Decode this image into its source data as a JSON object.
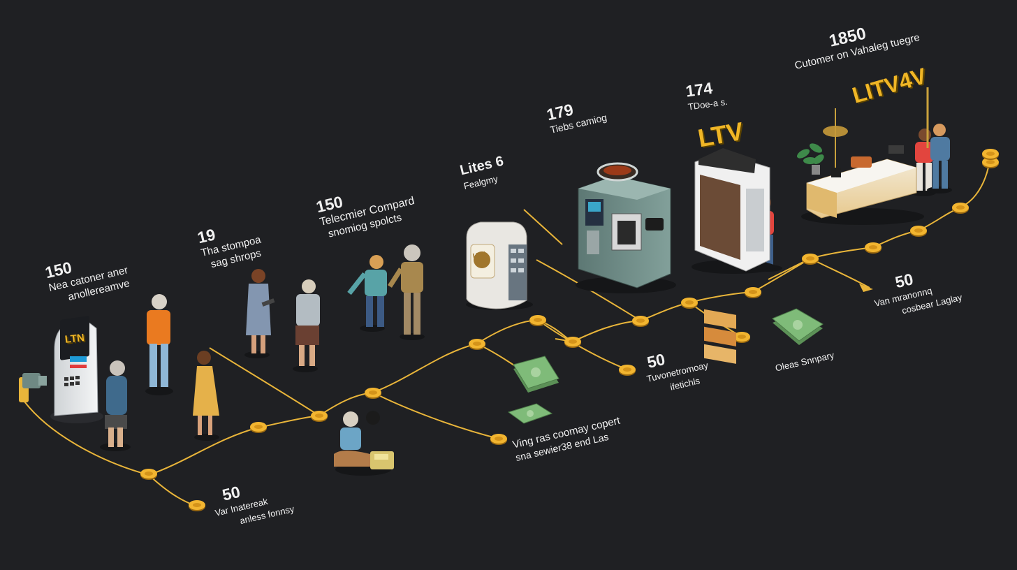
{
  "milestones": [
    {
      "number": "150",
      "text_line1": "Nea catoner aner",
      "text_line2": "anollereamve"
    },
    {
      "number": "19",
      "text_line1": "Tha stompoa",
      "text_line2": "sag shrops"
    },
    {
      "number": "150",
      "text_line1": "Telecmier Compard",
      "text_line2": "snomiog spolcts"
    },
    {
      "number": "Lites 6",
      "text_line1": "Fealgmy",
      "text_line2": ""
    },
    {
      "number": "179",
      "text_line1": "Tiebs camiog",
      "text_line2": ""
    },
    {
      "number": "174",
      "text_line1": "TDoe-a s.",
      "text_line2": ""
    },
    {
      "number": "1850",
      "text_line1": "Cutomer on Vahaleg tuegre",
      "text_line2": ""
    }
  ],
  "value_labels": [
    {
      "number": "50",
      "text_line1": "Var Inatereak",
      "text_line2": "anless fonnsy"
    },
    {
      "number": "",
      "text_line1": "Ving ras coomay copert",
      "text_line2": "sna sewier38 end Las"
    },
    {
      "number": "50",
      "text_line1": "Tuvonetromoay",
      "text_line2": "ifetichls"
    },
    {
      "number": "",
      "text_line1": "Oleas Snnpary",
      "text_line2": ""
    },
    {
      "number": "50",
      "text_line1": "Van mranonnq",
      "text_line2": "cosbear Laglay"
    }
  ],
  "brand_marks": {
    "kiosk_screen": "LTN",
    "shop_sign": "LTV",
    "counter_sign": "LITV4V"
  },
  "product_label": "LTN",
  "colors": {
    "background": "#1f2023",
    "path": "#e9b53a",
    "coin": "#f2b530",
    "coin_edge": "#9c6a10",
    "money": "#6fa86a",
    "brand": "#f0b626",
    "machine": "#6f8984"
  }
}
